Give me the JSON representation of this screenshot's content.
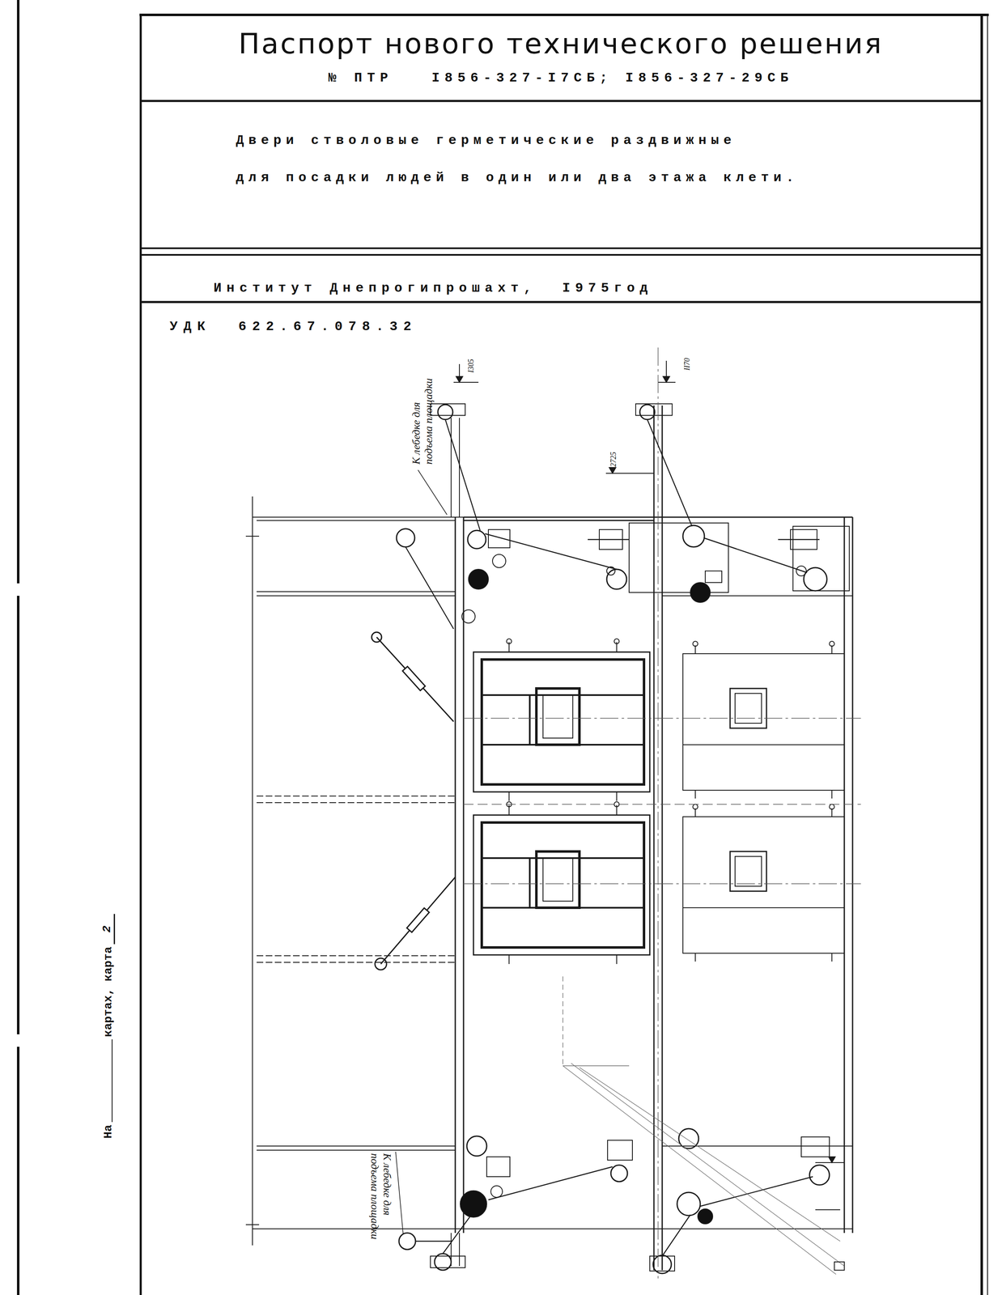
{
  "diagram": {
    "nodes": [
      {
        "text": [
          "Паспорт нового технического решения",
          "№ ПТР   I856-327-I7СБ; I856-327-29СБ"
        ]
      },
      {
        "text": [
          "Двери стволовые герметические раздвижные",
          "для посадки людей в один или два этажа клети."
        ]
      },
      {
        "text": [
          "Институт Днепрогипрошахт,  I975год"
        ]
      }
    ],
    "labels": [
      "УДК  622.67.078.32",
      "К лебедке для подъема площадки",
      "I305",
      "II70",
      "2725",
      "К лебедке для подъема площадки",
      "На",
      "картах, карта",
      "2"
    ]
  }
}
